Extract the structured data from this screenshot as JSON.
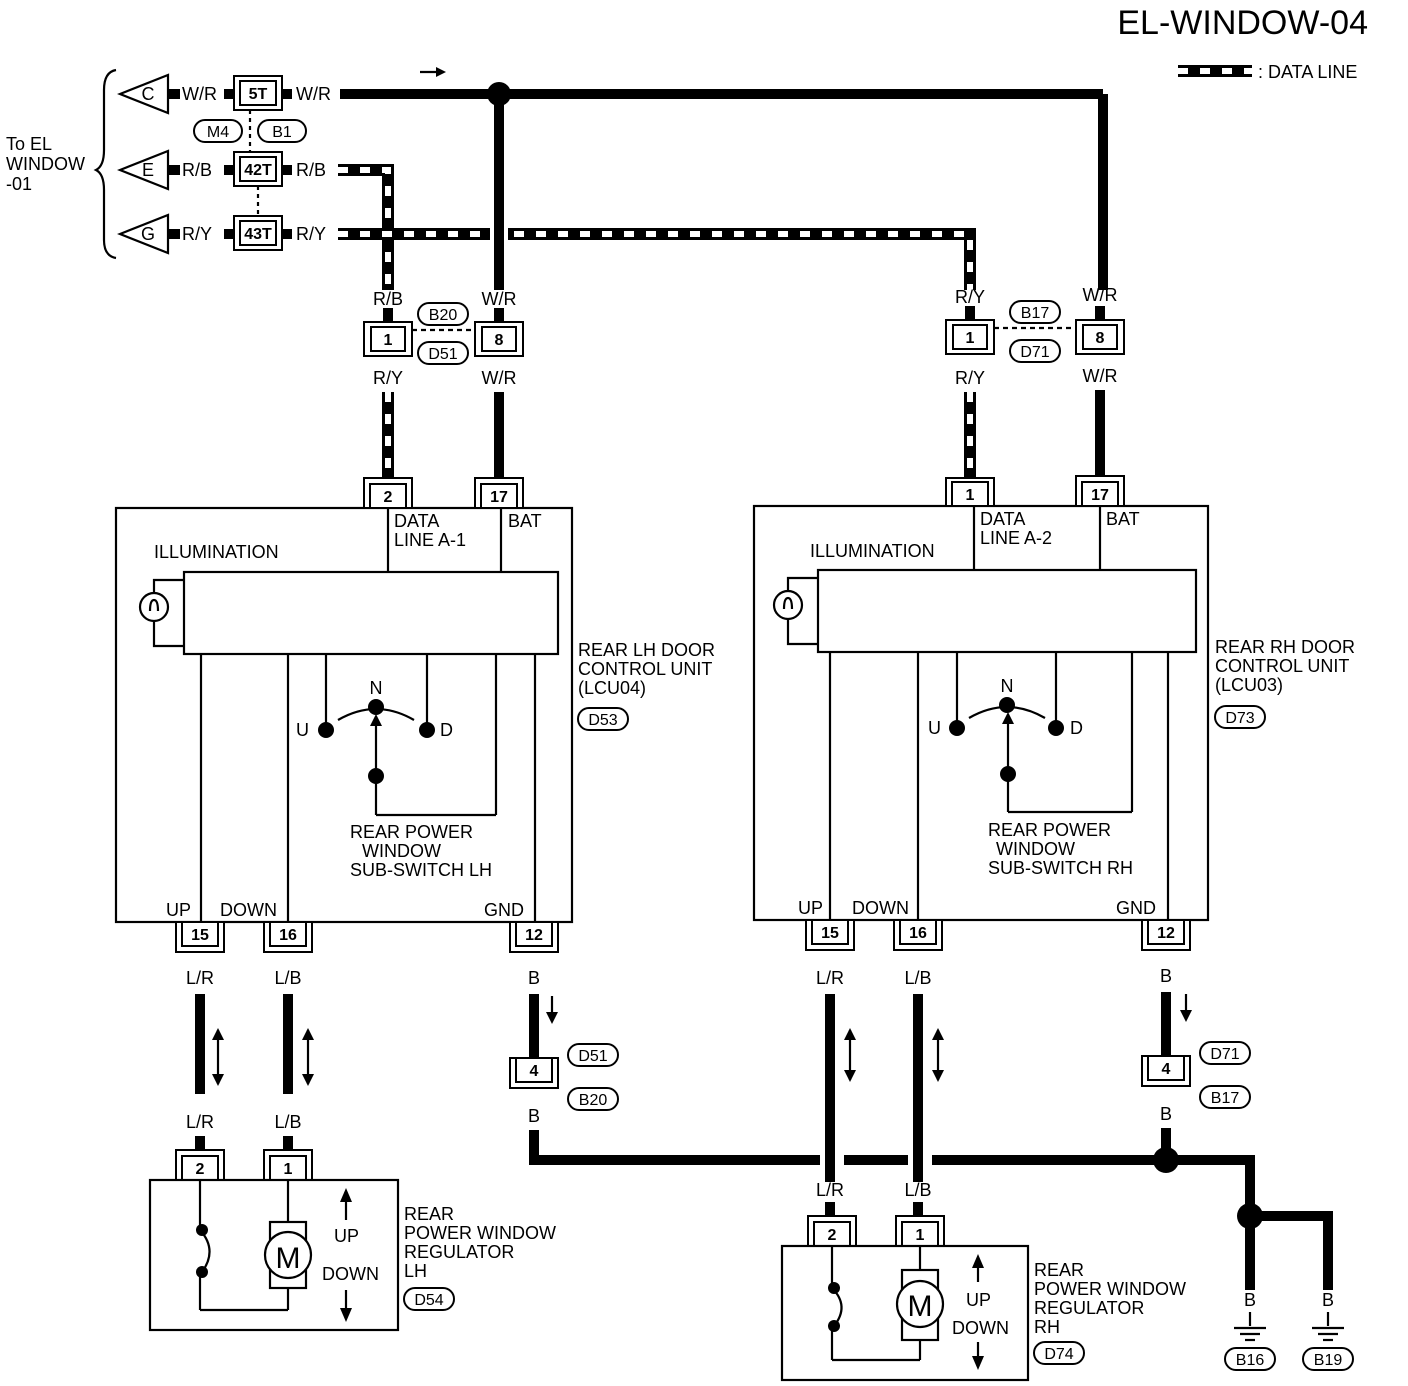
{
  "title": "EL-WINDOW-04",
  "legend": {
    "label": ": DATA LINE"
  },
  "left_ref": {
    "line1": "To EL",
    "line2": "WINDOW",
    "line3": "-01"
  },
  "terminals": [
    {
      "letter": "C",
      "wire_left": "W/R",
      "pin": "5T",
      "wire_right": "W/R"
    },
    {
      "letter": "E",
      "wire_left": "R/B",
      "pin": "42T",
      "wire_right": "R/B"
    },
    {
      "letter": "G",
      "wire_left": "R/Y",
      "pin": "43T",
      "wire_right": "R/Y"
    }
  ],
  "top_connectors": {
    "a": "M4",
    "b": "B1"
  },
  "lh": {
    "conn_top": "B20",
    "conn_bottom": "D51",
    "wire_data_upper": "R/B",
    "wire_data_lower": "R/Y",
    "wire_bat_upper": "W/R",
    "wire_bat_lower": "W/R",
    "pin_data_joint": "1",
    "pin_bat_joint": "8",
    "pin_data": "2",
    "pin_bat": "17",
    "label_data1": "DATA",
    "label_data2": "LINE A-1",
    "label_bat": "BAT",
    "illumination": "ILLUMINATION",
    "unit1": "REAR LH DOOR",
    "unit2": "CONTROL UNIT",
    "unit3": "(LCU04)",
    "unit_conn": "D53",
    "switch_n": "N",
    "switch_u": "U",
    "switch_d": "D",
    "sw1": "REAR POWER",
    "sw2": "WINDOW",
    "sw3": "SUB-SWITCH LH",
    "lbl_up": "UP",
    "lbl_down": "DOWN",
    "lbl_gnd": "GND",
    "pin_up": "15",
    "pin_down": "16",
    "pin_gnd": "12",
    "wire_up": "L/R",
    "wire_down": "L/B",
    "wire_gnd": "B",
    "gnd_pin": "4",
    "gnd_conn_top": "D51",
    "gnd_conn_bottom": "B20",
    "gnd_wire_lower": "B",
    "motor_wire_up": "L/R",
    "motor_wire_down": "L/B",
    "motor_pin_a": "2",
    "motor_pin_b": "1",
    "motor": "M",
    "reg_up": "UP",
    "reg_down": "DOWN",
    "reg1": "REAR",
    "reg2": "POWER WINDOW",
    "reg3": "REGULATOR",
    "reg4": "LH",
    "reg_conn": "D54"
  },
  "rh": {
    "conn_top": "B17",
    "conn_bottom": "D71",
    "wire_data_upper": "R/Y",
    "wire_data_lower": "R/Y",
    "wire_bat_upper": "W/R",
    "wire_bat_lower": "W/R",
    "pin_data_joint": "1",
    "pin_bat_joint": "8",
    "pin_data": "1",
    "pin_bat": "17",
    "label_data1": "DATA",
    "label_data2": "LINE A-2",
    "label_bat": "BAT",
    "illumination": "ILLUMINATION",
    "unit1": "REAR RH DOOR",
    "unit2": "CONTROL UNIT",
    "unit3": "(LCU03)",
    "unit_conn": "D73",
    "switch_n": "N",
    "switch_u": "U",
    "switch_d": "D",
    "sw1": "REAR POWER",
    "sw2": "WINDOW",
    "sw3": "SUB-SWITCH RH",
    "lbl_up": "UP",
    "lbl_down": "DOWN",
    "lbl_gnd": "GND",
    "pin_up": "15",
    "pin_down": "16",
    "pin_gnd": "12",
    "wire_up": "L/R",
    "wire_down": "L/B",
    "wire_gnd": "B",
    "gnd_pin": "4",
    "gnd_conn_top": "D71",
    "gnd_conn_bottom": "B17",
    "gnd_wire_lower": "B",
    "motor_wire_up": "L/R",
    "motor_wire_down": "L/B",
    "motor_pin_a": "2",
    "motor_pin_b": "1",
    "motor": "M",
    "reg_up": "UP",
    "reg_down": "DOWN",
    "reg1": "REAR",
    "reg2": "POWER WINDOW",
    "reg3": "REGULATOR",
    "reg4": "RH",
    "reg_conn": "D74"
  },
  "grounds": [
    {
      "wire": "B",
      "conn": "B16"
    },
    {
      "wire": "B",
      "conn": "B19"
    }
  ]
}
